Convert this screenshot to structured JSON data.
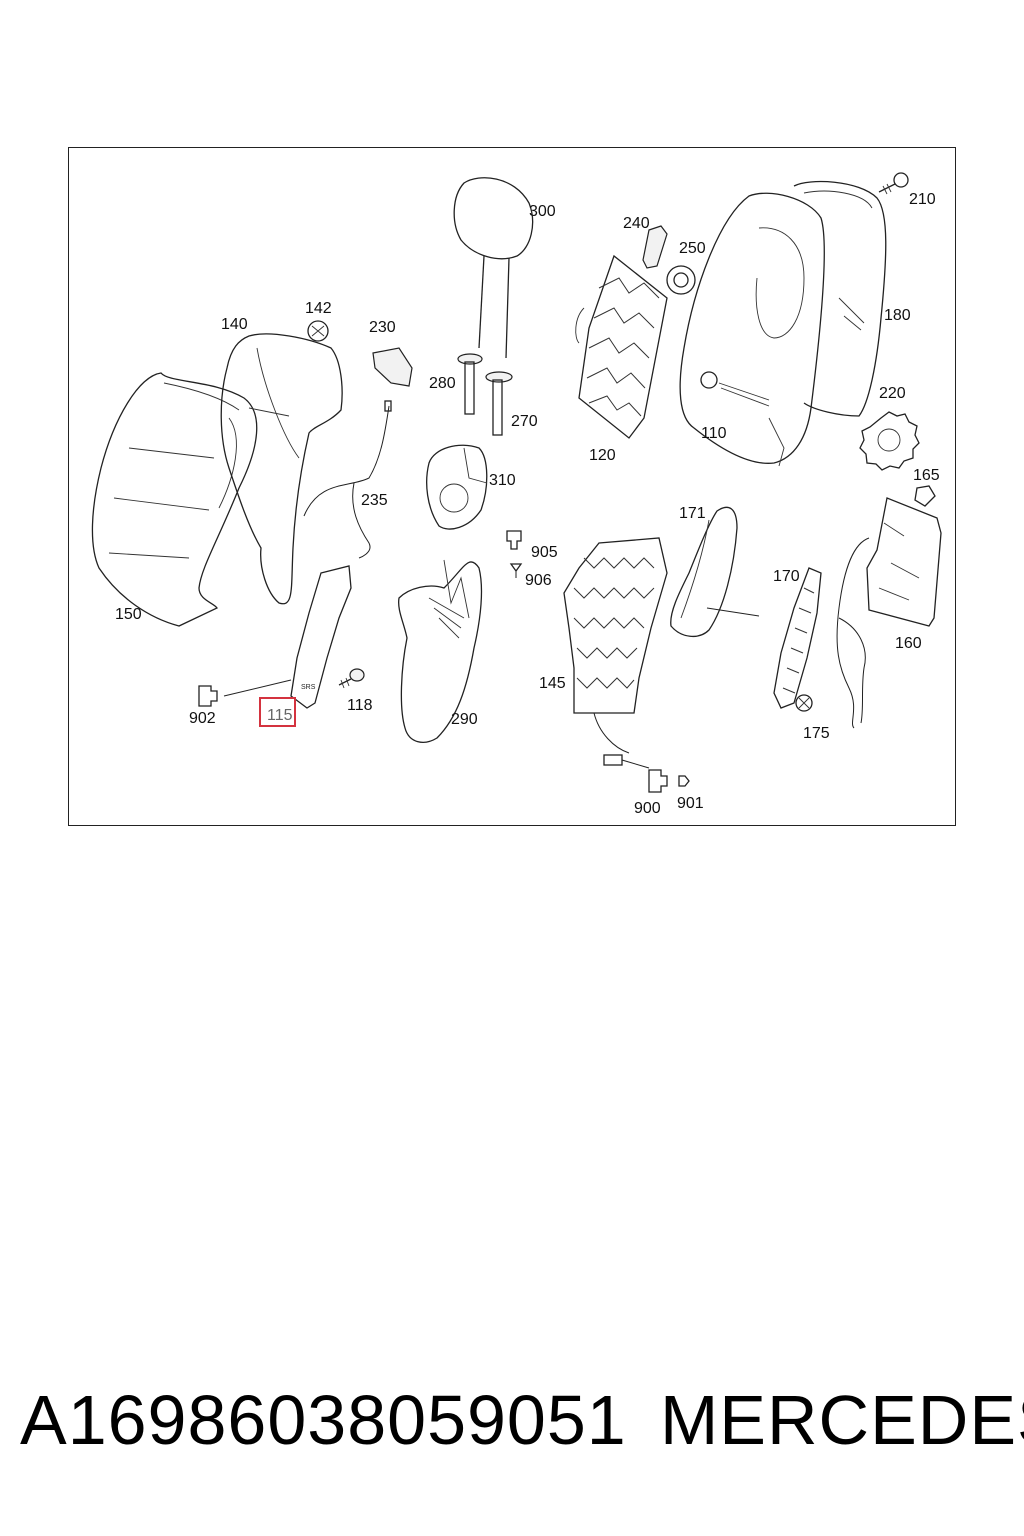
{
  "diagram": {
    "callouts": {
      "c300": "300",
      "c240": "240",
      "c250": "250",
      "c210": "210",
      "c142": "142",
      "c140": "140",
      "c230": "230",
      "c180": "180",
      "c280": "280",
      "c270": "270",
      "c220": "220",
      "c120": "120",
      "c110": "110",
      "c235": "235",
      "c310": "310",
      "c165": "165",
      "c905": "905",
      "c906": "906",
      "c171": "171",
      "c150": "150",
      "c170": "170",
      "c160": "160",
      "c145": "145",
      "c902": "902",
      "c115": "115",
      "c118": "118",
      "c290": "290",
      "c175": "175",
      "c900": "900",
      "c901": "901"
    },
    "highlighted_callout": "115",
    "airbag_label": "SRS"
  },
  "caption": {
    "part_number": "A1698603805905​1",
    "brand": "MERCEDES"
  }
}
